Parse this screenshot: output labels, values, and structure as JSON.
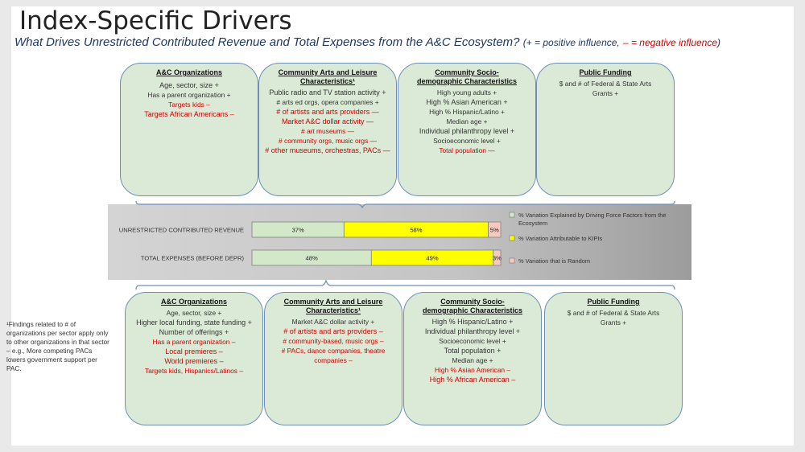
{
  "slide": {
    "title": "Index-Specific Drivers",
    "subtitle": "What Drives Unrestricted Contributed Revenue and Total Expenses from the A&C Ecosystem?",
    "legend_pos": "(+ = positive influence,",
    "legend_neg": "– = negative influence",
    "legend_close": ")"
  },
  "top_boxes": [
    {
      "title": "A&C Organizations",
      "lines": [
        {
          "text": "Age, sector, size +",
          "neg": false
        },
        {
          "text": "Has a parent organization +",
          "neg": false
        },
        {
          "text": "Targets kids –",
          "neg": true
        },
        {
          "text": "Targets African Americans –",
          "neg": true
        }
      ]
    },
    {
      "title": "Community Arts and Leisure Characteristics¹",
      "lines": [
        {
          "text": "Public radio and TV station activity +",
          "neg": false
        },
        {
          "text": "# arts ed orgs, opera companies +",
          "neg": false
        },
        {
          "text": "# of artists and arts providers —",
          "neg": true
        },
        {
          "text": "Market A&C dollar activity —",
          "neg": true
        },
        {
          "text": "# art museums —",
          "neg": true
        },
        {
          "text": "# community orgs, music orgs —",
          "neg": true
        },
        {
          "text": "# other museums, orchestras, PACs —",
          "neg": true
        }
      ]
    },
    {
      "title": "Community Socio-demographic Characteristics",
      "lines": [
        {
          "text": "High young adults +",
          "neg": false
        },
        {
          "text": "High % Asian American +",
          "neg": false
        },
        {
          "text": "High % Hispanic/Latino +",
          "neg": false
        },
        {
          "text": "Median age +",
          "neg": false
        },
        {
          "text": "Individual philanthropy level +",
          "neg": false
        },
        {
          "text": "Socioeconomic level +",
          "neg": false
        },
        {
          "text": "Total population —",
          "neg": true
        }
      ]
    },
    {
      "title": "Public Funding",
      "lines": [
        {
          "text": "$ and # of Federal & State Arts",
          "neg": false
        },
        {
          "text": "Grants +",
          "neg": false
        }
      ]
    }
  ],
  "bottom_boxes": [
    {
      "title": "A&C Organizations",
      "lines": [
        {
          "text": "Age, sector, size +",
          "neg": false
        },
        {
          "text": "Higher local funding, state funding +",
          "neg": false
        },
        {
          "text": "Number of offerings +",
          "neg": false
        },
        {
          "text": "Has a parent organization –",
          "neg": true
        },
        {
          "text": "Local premieres –",
          "neg": true
        },
        {
          "text": "World premieres –",
          "neg": true
        },
        {
          "text": "Targets kids, Hispanics/Latinos –",
          "neg": true
        }
      ]
    },
    {
      "title": "Community Arts and Leisure Characteristics¹",
      "lines": [
        {
          "text": "Market A&C dollar activity +",
          "neg": false
        },
        {
          "text": "# of artists and arts providers –",
          "neg": true
        },
        {
          "text": "# community-based, music orgs –",
          "neg": true
        },
        {
          "text": "# PACs, dance companies, theatre",
          "neg": true
        },
        {
          "text": "companies –",
          "neg": true
        }
      ]
    },
    {
      "title": "Community Socio-demographic Characteristics",
      "lines": [
        {
          "text": "High % Hispanic/Latino +",
          "neg": false
        },
        {
          "text": "Individual philanthropy level +",
          "neg": false
        },
        {
          "text": "Socioeconomic level +",
          "neg": false
        },
        {
          "text": "Total population +",
          "neg": false
        },
        {
          "text": "Median age +",
          "neg": false
        },
        {
          "text": "High % Asian American –",
          "neg": true
        },
        {
          "text": "High % African American –",
          "neg": true
        }
      ]
    },
    {
      "title": "Public Funding",
      "lines": [
        {
          "text": "$ and # of Federal & State Arts",
          "neg": false
        },
        {
          "text": "Grants +",
          "neg": false
        }
      ]
    }
  ],
  "footnote": "¹Findings related to # of organizations per sector apply only to other organizations in that sector – e.g., More competing PACs lowers government support per PAC.",
  "chart_data": {
    "type": "bar",
    "orientation": "horizontal",
    "stacked": true,
    "categories": [
      "UNRESTRICTED CONTRIBUTED REVENUE",
      "TOTAL EXPENSES (BEFORE DEPR)"
    ],
    "series": [
      {
        "name": "% Variation Explained by Driving Force Factors from the Ecosystem",
        "values": [
          37,
          48
        ],
        "labels": [
          "37%",
          "48%"
        ],
        "color": "#d3e8c9"
      },
      {
        "name": "% Variation Attributable to KIPIs",
        "values": [
          58,
          49
        ],
        "labels": [
          "58%",
          "49%"
        ],
        "color": "#ffff00"
      },
      {
        "name": "% Variation that is Random",
        "values": [
          5,
          3
        ],
        "labels": [
          "5%",
          "3%"
        ],
        "color": "#f6cbbf"
      }
    ],
    "xlim": [
      0,
      100
    ],
    "legend_position": "right"
  }
}
